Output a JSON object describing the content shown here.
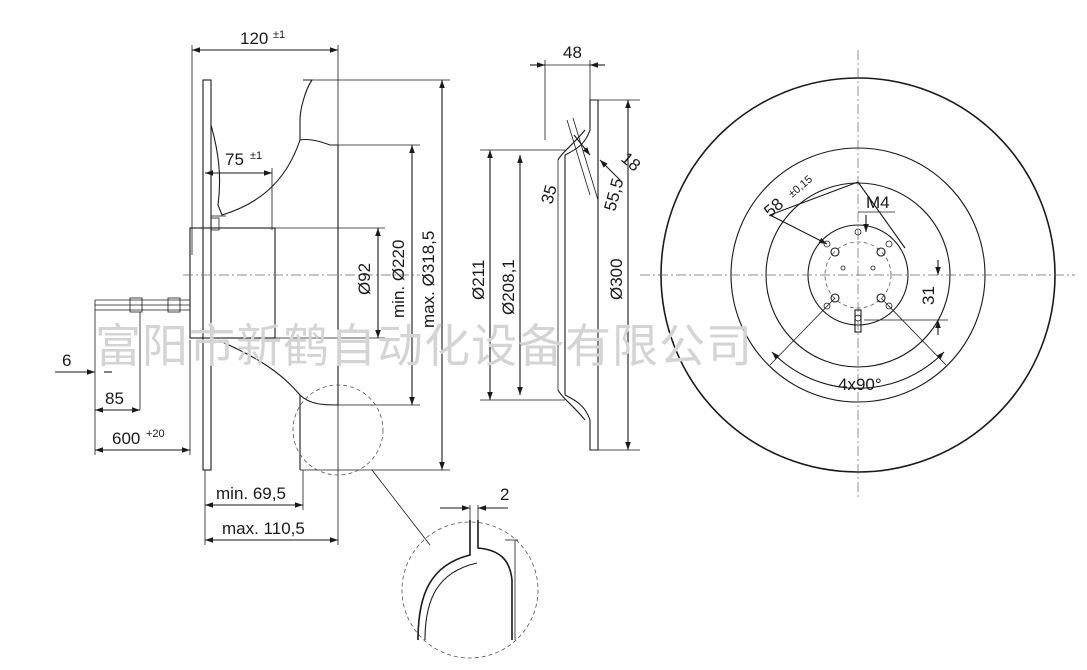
{
  "watermark": "富阳市新鹤自动化设备有限公司",
  "side_view": {
    "dims": {
      "width": "120",
      "width_tol": "±1",
      "depth": "75",
      "depth_tol": "±1",
      "hub_dia": "Ø92",
      "inlet_min": "min. Ø220",
      "outer_max": "max. Ø318,5",
      "min_axial": "min. 69,5",
      "max_axial": "max. 110,5",
      "cable_6": "6",
      "cable_85": "85",
      "cable_600": "600",
      "cable_600_tol": "+20"
    }
  },
  "section_view": {
    "dims": {
      "top": "48",
      "angle_35": "35",
      "r_55": "55,5",
      "r_18": "18",
      "d211": "Ø211",
      "d208": "Ø208,1",
      "d300": "Ø300"
    }
  },
  "front_view": {
    "dims": {
      "bolt_circle": "58",
      "bolt_tol": "±0,15",
      "thread": "M4",
      "offset": "31",
      "pattern": "4x90°"
    }
  },
  "detail": {
    "dims": {
      "gap": "2"
    }
  }
}
